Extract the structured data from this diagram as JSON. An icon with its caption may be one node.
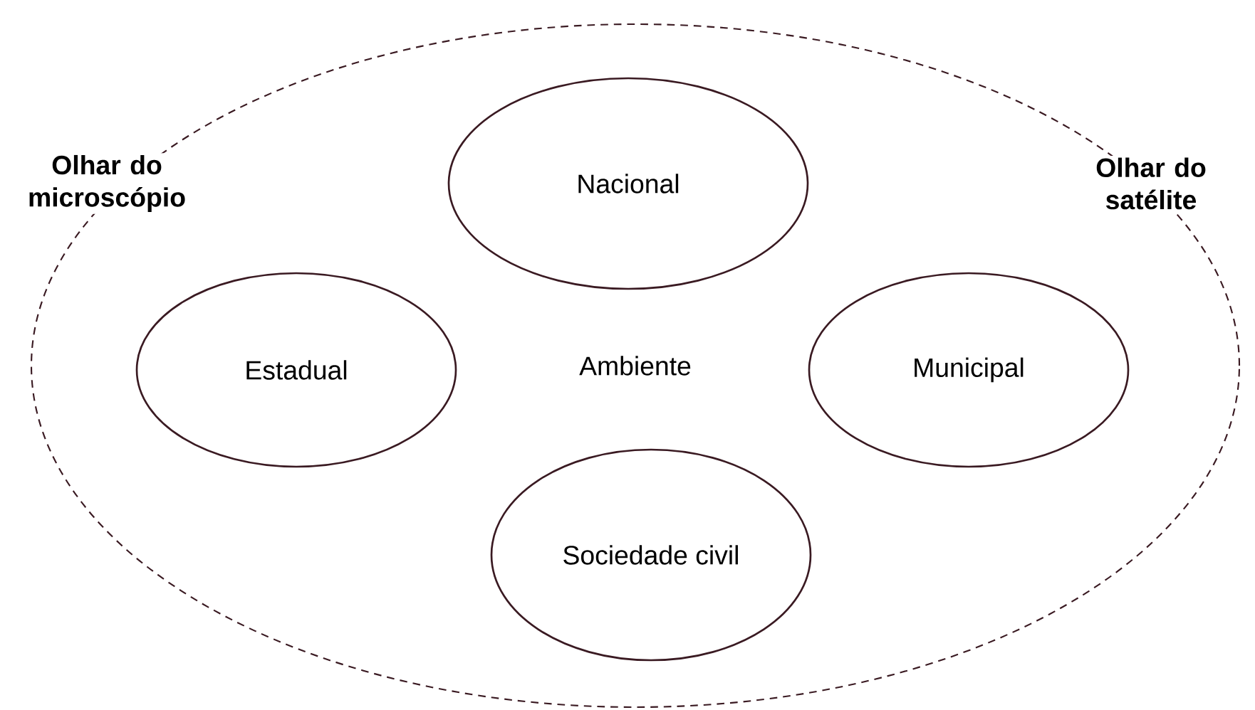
{
  "diagram": {
    "nodes": [
      {
        "text": [
          "Ambiente"
        ]
      },
      {
        "text": [
          "Nacional"
        ],
        "in": 0
      },
      {
        "text": [
          "Estadual"
        ],
        "in": 0
      },
      {
        "text": [
          "Municipal"
        ],
        "in": 0
      },
      {
        "text": [
          "Sociedade civil"
        ],
        "in": 0
      }
    ],
    "labels": [
      "Olhar do microscópio",
      "Olhar do satélite"
    ]
  }
}
